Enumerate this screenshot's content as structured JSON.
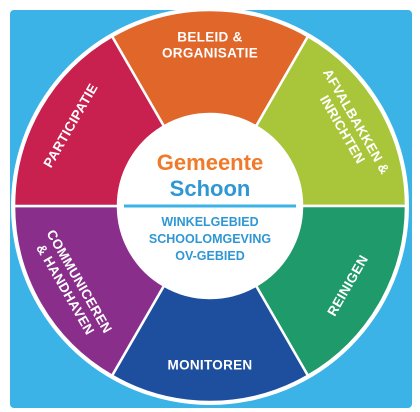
{
  "colors": {
    "background": "#3bb3e6",
    "ring_outline": "#ffffff",
    "center_fill": "#ffffff",
    "title_line1_color": "#f0792a",
    "title_line2_color": "#2f97d4",
    "divider_color": "#3bb3e6",
    "areas_color": "#2f97d4",
    "label_color": "#ffffff"
  },
  "center": {
    "title_line1": "Gemeente",
    "title_line2": "Schoon",
    "areas": [
      "WINKELGEBIED",
      "SCHOOLOMGEVING",
      "OV-GEBIED"
    ]
  },
  "segments": [
    {
      "id": "beleid-organisatie",
      "lines": [
        "BELEID &",
        "ORGANISATIE"
      ],
      "color": "#e0662a"
    },
    {
      "id": "afvalbakken-inrichten",
      "lines": [
        "AFVALBAKKEN &",
        "INRICHTEN"
      ],
      "color": "#a9c63a"
    },
    {
      "id": "reinigen",
      "lines": [
        "REINIGEN"
      ],
      "color": "#1f9a6a"
    },
    {
      "id": "monitoren",
      "lines": [
        "MONITOREN"
      ],
      "color": "#1e4f9e"
    },
    {
      "id": "communiceren-handhaven",
      "lines": [
        "COMMUNICEREN",
        "& HANDHAVEN"
      ],
      "color": "#8a2e8c"
    },
    {
      "id": "participatie",
      "lines": [
        "PARTICIPATIE"
      ],
      "color": "#c8204f"
    }
  ]
}
